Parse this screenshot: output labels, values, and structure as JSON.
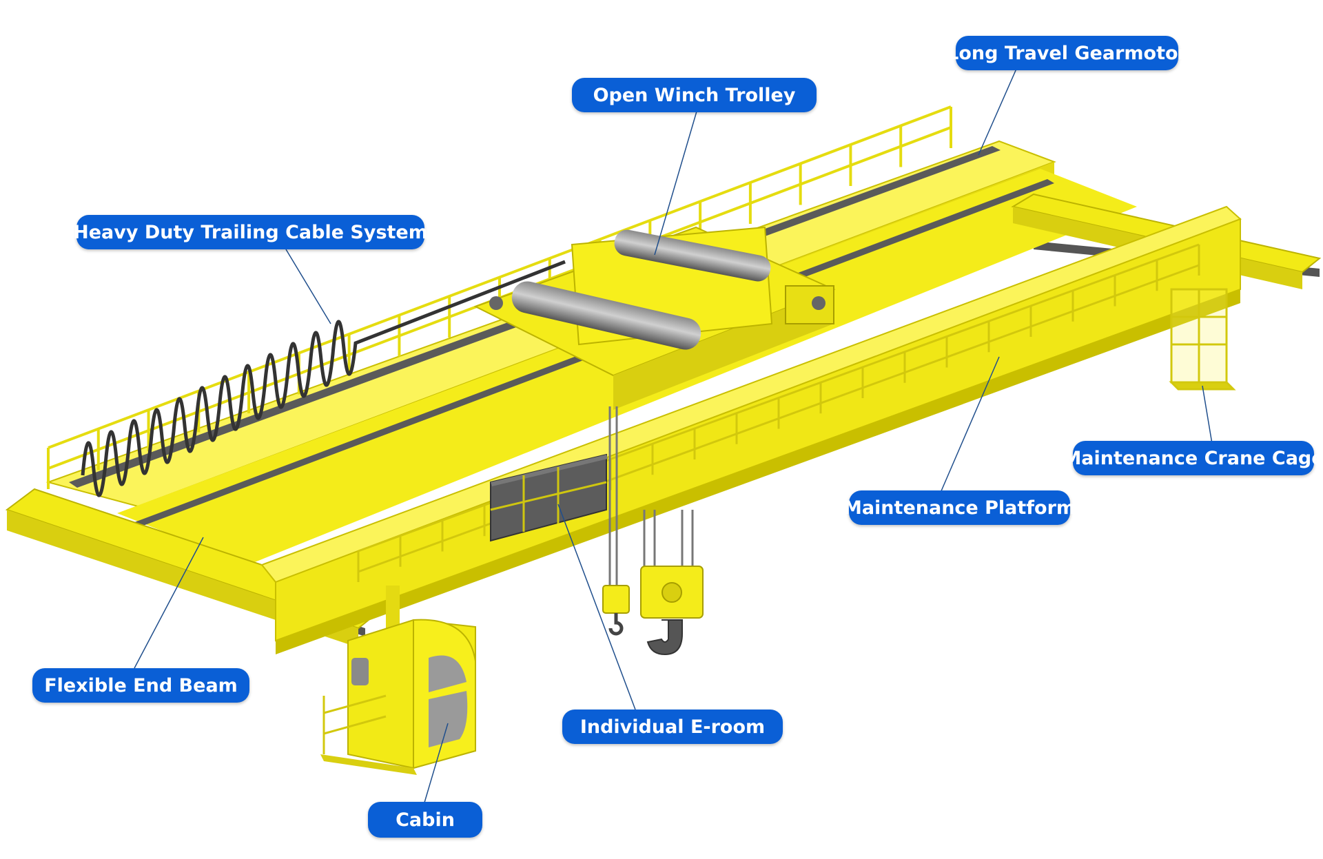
{
  "callouts": {
    "long_travel_gearmotor": "Long Travel Gearmotor",
    "open_winch_trolley": "Open Winch Trolley",
    "trailing_cable_system": "Heavy Duty Trailing Cable System",
    "maintenance_crane_cage": "Maintenance Crane Cage",
    "maintenance_platform": "Maintenance Platform",
    "flexible_end_beam": "Flexible End Beam",
    "individual_e_room": "Individual E-room",
    "cabin": "Cabin"
  },
  "colors": {
    "crane_yellow": "#f7ef1c",
    "crane_shadow": "#d9cf10",
    "crane_top": "#fbf45a",
    "callout_blue": "#0a5fd6",
    "leader_line": "#1f4e8c",
    "rail": "#4a4a4a",
    "drum": "#5e5e5e"
  }
}
